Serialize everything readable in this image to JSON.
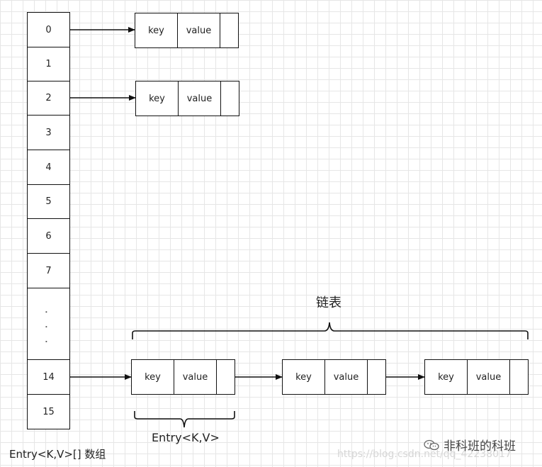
{
  "array": {
    "indices": [
      "0",
      "1",
      "2",
      "3",
      "4",
      "5",
      "6",
      "7",
      ". . .",
      "14",
      "15"
    ],
    "label": "Entry<K,V>[] 数组"
  },
  "entries": {
    "key_label": "key",
    "value_label": "value",
    "entry_label": "Entry<K,V>"
  },
  "linked_list_label": "链表",
  "watermark": {
    "url": "https://blog.csdn.net/qq_42238017",
    "brand": "非科班的科班"
  }
}
